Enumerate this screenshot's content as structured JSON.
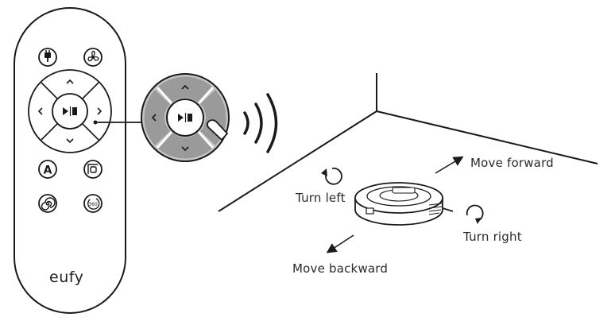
{
  "remote": {
    "brand": "eufy",
    "buttons": [
      {
        "name": "power-button",
        "icon": "power-plug-icon"
      },
      {
        "name": "suction-button",
        "icon": "fan-icon"
      },
      {
        "name": "up-button",
        "icon": "chevron-up-icon"
      },
      {
        "name": "left-button",
        "icon": "chevron-left-icon"
      },
      {
        "name": "play-pause-button",
        "icon": "play-pause-icon"
      },
      {
        "name": "right-button",
        "icon": "chevron-right-icon"
      },
      {
        "name": "down-button",
        "icon": "chevron-down-icon"
      },
      {
        "name": "auto-clean-button",
        "icon": "letter-a-icon",
        "text": "A"
      },
      {
        "name": "edge-clean-button",
        "icon": "edge-clean-icon"
      },
      {
        "name": "spot-clean-button",
        "icon": "spiral-icon"
      },
      {
        "name": "360-clean-button",
        "icon": "rotate-360-icon",
        "text": "360"
      }
    ]
  },
  "labels": {
    "move_forward": "Move forward",
    "turn_left": "Turn left",
    "turn_right": "Turn right",
    "move_backward": "Move backward"
  },
  "colors": {
    "line": "#1a1a1a",
    "dpad_gray": "#9a9a9a",
    "zoom_fill": "#c4c4c4"
  }
}
